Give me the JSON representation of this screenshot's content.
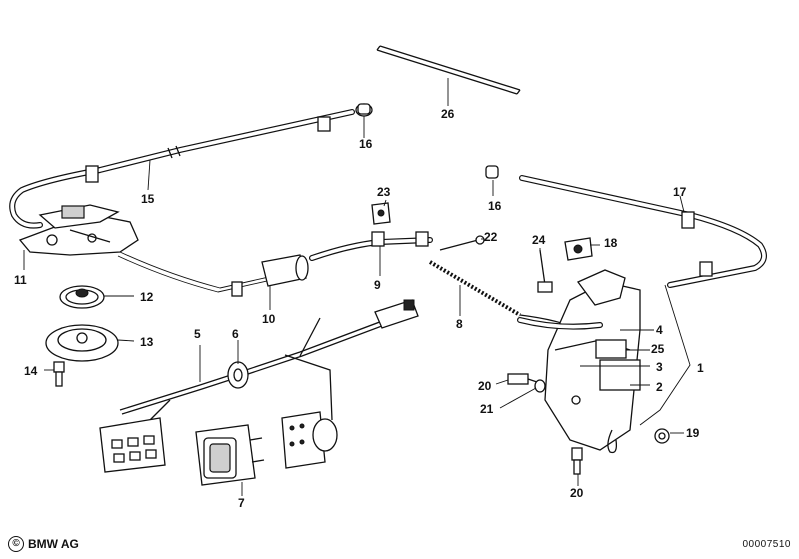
{
  "callouts": {
    "c1": "1",
    "c2": "2",
    "c3": "3",
    "c4": "4",
    "c5": "5",
    "c6": "6",
    "c7": "7",
    "c8": "8",
    "c9": "9",
    "c10": "10",
    "c11": "11",
    "c12": "12",
    "c13": "13",
    "c14": "14",
    "c15": "15",
    "c16a": "16",
    "c16b": "16",
    "c17": "17",
    "c18": "18",
    "c19": "19",
    "c20a": "20",
    "c20b": "20",
    "c21": "21",
    "c22": "22",
    "c23": "23",
    "c24": "24",
    "c25": "25",
    "c26": "26"
  },
  "footer": {
    "copyright_symbol": "©",
    "brand": "BMW AG",
    "diagram_number": "00007510"
  }
}
